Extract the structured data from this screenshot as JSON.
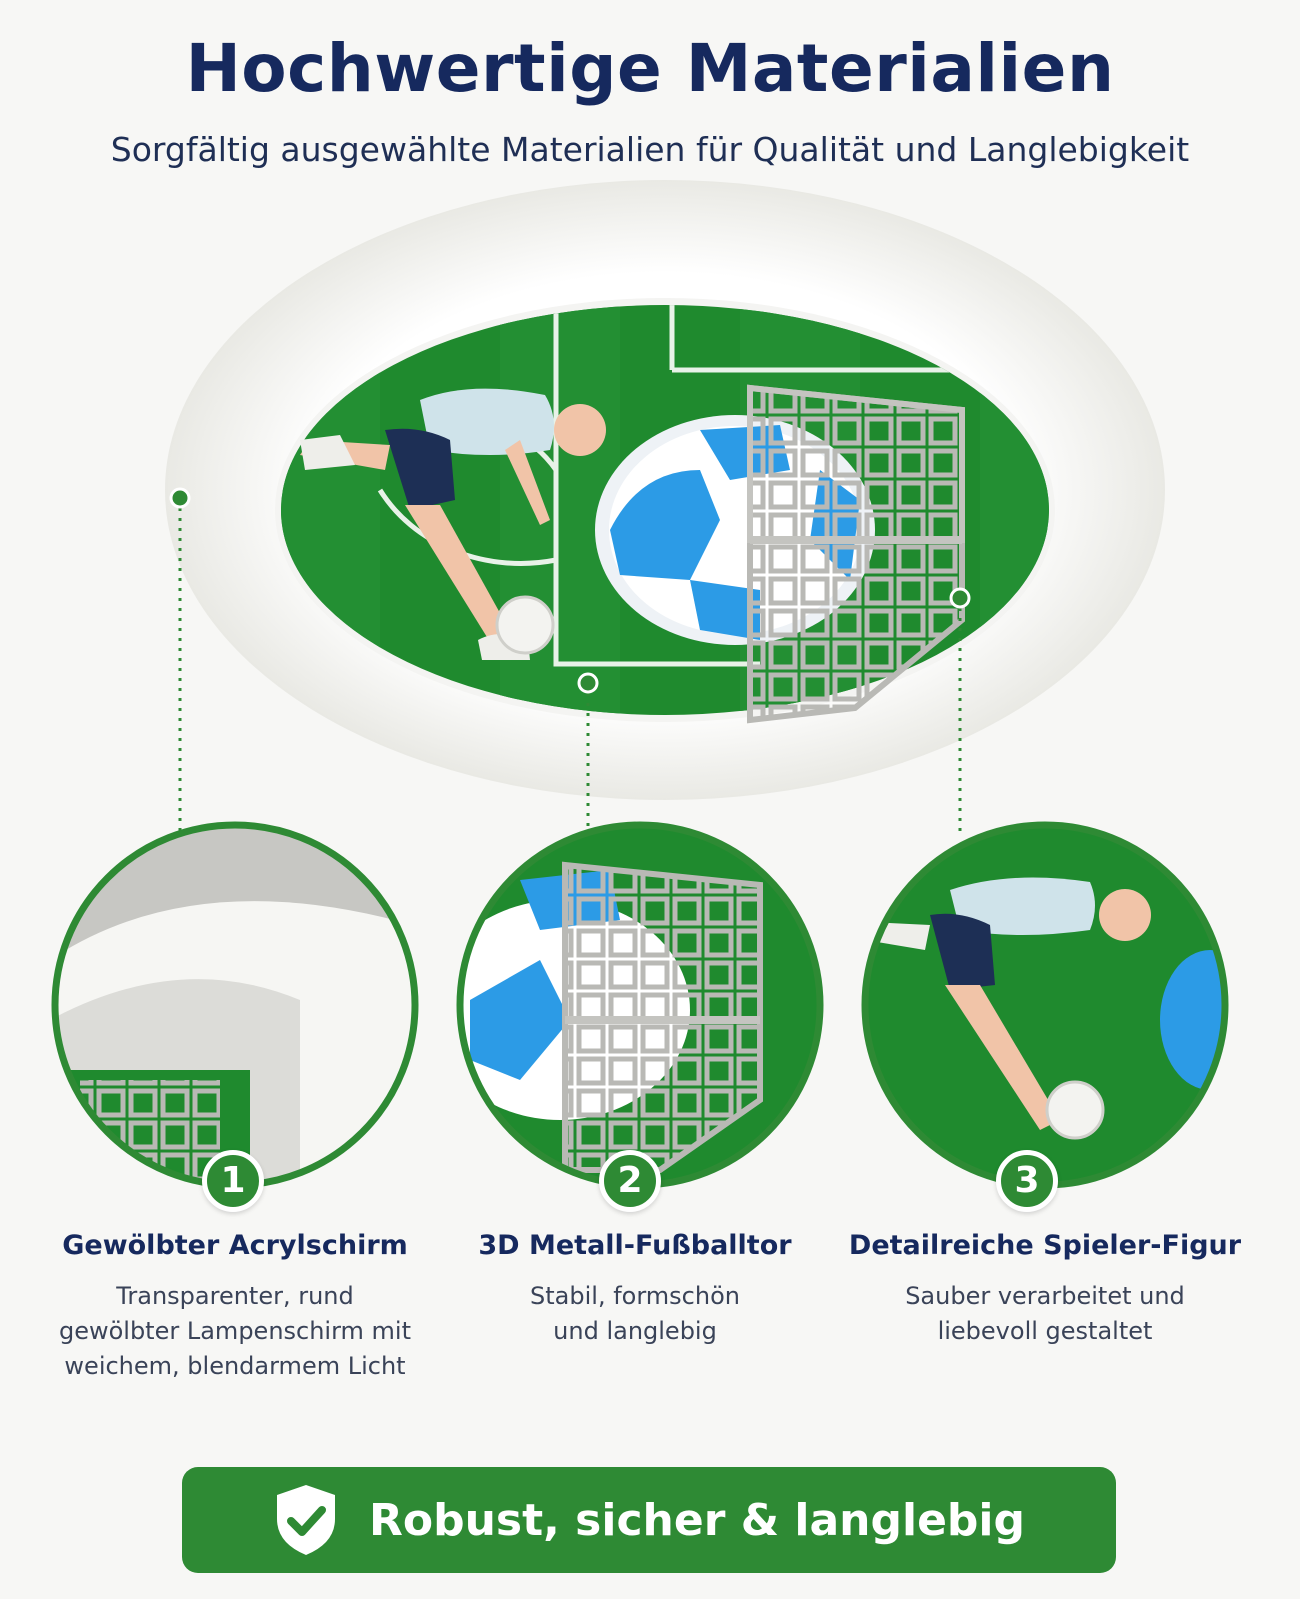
{
  "header": {
    "title": "Hochwertige Materialien",
    "subtitle": "Sorgfältig ausgewählte Materialien für Qualität und Langlebigkeit"
  },
  "features": [
    {
      "number": "1",
      "title": "Gewölbter Acrylschirm",
      "line1": "Transparenter, rund",
      "line2": "gewölbter Lampenschirm mit",
      "line3": "weichem, blendarmem Licht"
    },
    {
      "number": "2",
      "title": "3D Metall-Fußballtor",
      "line1": "Stabil, formschön",
      "line2": "und langlebig"
    },
    {
      "number": "3",
      "title": "Detailreiche Spieler-Figur",
      "line1": "Sauber verarbeitet und",
      "line2": "liebevoll gestaltet"
    }
  ],
  "banner": {
    "text": "Robust, sicher & langlebig",
    "icon": "shield-check-icon"
  },
  "colors": {
    "accent_green": "#2e8a34",
    "navy": "#16295e",
    "field_green": "#1f8a2e",
    "ball_blue": "#2c9be6"
  }
}
